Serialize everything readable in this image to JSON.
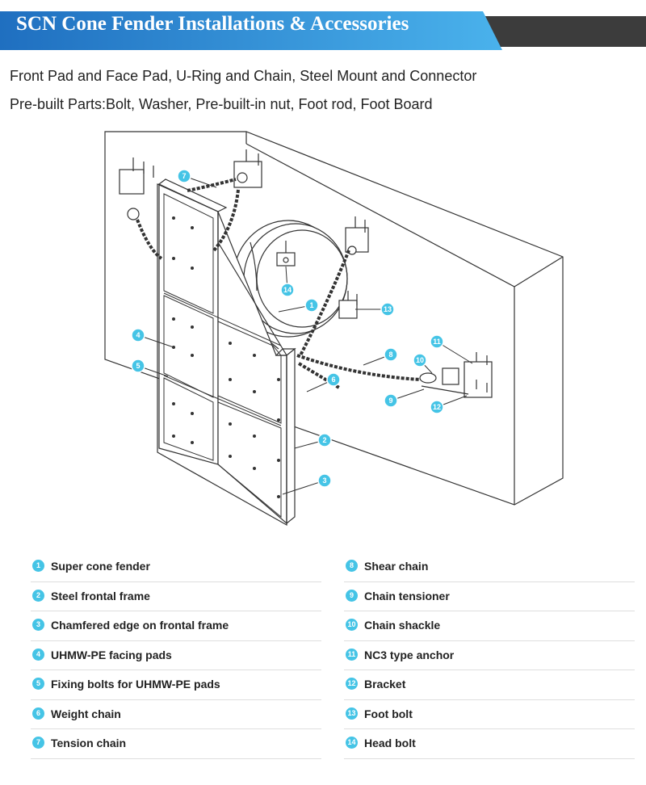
{
  "banner": {
    "title": "SCN Cone Fender  Installations & Accessories",
    "colors": {
      "blue_dark": "#1f6fc0",
      "blue_light": "#4ab2ec",
      "gray": "#3c3c3c"
    }
  },
  "subtitle_line1": "Front Pad and Face Pad, U-Ring and Chain, Steel Mount and Connector",
  "subtitle_line2": "Pre-built Parts:Bolt, Washer, Pre-built-in nut, Foot rod, Foot Board",
  "callout_color": "#45c4e6",
  "legend": {
    "left": [
      {
        "num": "1",
        "label": "Super cone fender"
      },
      {
        "num": "2",
        "label": "Steel frontal frame"
      },
      {
        "num": "3",
        "label": "Chamfered edge on frontal frame"
      },
      {
        "num": "4",
        "label": "UHMW-PE facing pads"
      },
      {
        "num": "5",
        "label": "Fixing bolts for UHMW-PE pads"
      },
      {
        "num": "6",
        "label": "Weight chain"
      },
      {
        "num": "7",
        "label": "Tension chain"
      }
    ],
    "right": [
      {
        "num": "8",
        "label": "Shear chain"
      },
      {
        "num": "9",
        "label": "Chain tensioner"
      },
      {
        "num": "10",
        "label": "Chain shackle"
      },
      {
        "num": "11",
        "label": "NC3 type anchor"
      },
      {
        "num": "12",
        "label": "Bracket"
      },
      {
        "num": "13",
        "label": "Foot bolt"
      },
      {
        "num": "14",
        "label": "Head bolt"
      }
    ]
  },
  "callouts": [
    {
      "num": "1"
    },
    {
      "num": "2"
    },
    {
      "num": "3"
    },
    {
      "num": "4"
    },
    {
      "num": "5"
    },
    {
      "num": "6"
    },
    {
      "num": "7"
    },
    {
      "num": "8"
    },
    {
      "num": "9"
    },
    {
      "num": "10"
    },
    {
      "num": "11"
    },
    {
      "num": "12"
    },
    {
      "num": "13"
    },
    {
      "num": "14"
    }
  ]
}
